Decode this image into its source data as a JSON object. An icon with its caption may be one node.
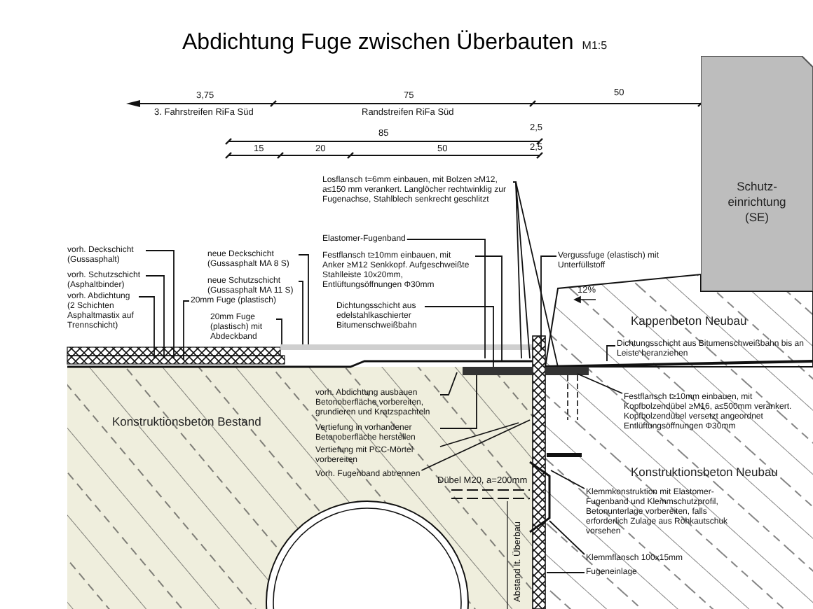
{
  "diagram": {
    "title": "Abdichtung Fuge zwischen Überbauten",
    "nodes": [
      {
        "text": [
          "vorh. Deckschicht (Gussasphalt)"
        ]
      },
      {
        "text": [
          "vorh. Schutzschicht (Asphaltbinder)"
        ]
      },
      {
        "text": [
          "vorh. Abdichtung (2 Schichten Asphaltmastix auf Trennschicht)"
        ]
      },
      {
        "text": [
          "neue Deckschicht (Gussasphalt MA 8 S)"
        ]
      },
      {
        "text": [
          "neue Schutzschicht (Gussasphalt MA 11 S)"
        ]
      },
      {
        "text": [
          "20mm Fuge (plastisch)"
        ]
      },
      {
        "text": [
          "20mm Fuge (plastisch) mit Abdeckband"
        ]
      },
      {
        "text": [
          "Losflansch t=6mm einbauen, mit Bolzen ≥M12, a≤150 mm verankert. Langlöcher rechtwinklig zur Fugenachse, Stahlblech senkrecht geschlitzt"
        ]
      },
      {
        "text": [
          "Elastomer-Fugenband"
        ]
      },
      {
        "text": [
          "Festflansch t≥10mm einbauen, mit Anker ≥M12 Senkkopf. Aufgeschweißte Stahlleiste 10x20mm, Entlüftungsöffnungen Φ30mm"
        ]
      },
      {
        "text": [
          "Dichtungsschicht aus edelstahlkaschierter Bitumenschweißbahn"
        ]
      },
      {
        "text": [
          "Vergussfuge (elastisch) mit Unterfüllstoff"
        ]
      },
      {
        "text": [
          "Dichtungsschicht aus Bitumenschweißbahn bis an Leiste heranziehen"
        ]
      },
      {
        "text": [
          "vorh. Abdichtung ausbauen Betonoberfläche vorbereiten, grundieren und Kratzspachteln"
        ]
      },
      {
        "text": [
          "Vertiefung in vorhandener Betonoberfläche herstellen"
        ]
      },
      {
        "text": [
          "Vertiefung mit PCC-Mörtel vorbereiten"
        ]
      },
      {
        "text": [
          "Vorh. Fugenband abtrennen"
        ]
      },
      {
        "text": [
          "Festflansch t≥10mm einbauen, mit Kopfbolzendübel ≥M16, a≤500mm verankert. Kopfbolzendübel versetzt angeordnet Entlüftungsöffnungen Φ30mm"
        ]
      },
      {
        "text": [
          "Klemmkonstruktion mit Elastomer-Fugenband und Klemmschutzprofil, Betonunterlage vorbereiten, falls erforderlich Zulage aus Rohkautschuk vorsehen"
        ]
      },
      {
        "text": [
          "Klemmflansch 100x15mm"
        ]
      },
      {
        "text": [
          "Fugeneinlage"
        ]
      },
      {
        "text": [
          "Konstruktionsbeton Bestand"
        ]
      },
      {
        "text": [
          "Kappenbeton Neubau"
        ]
      },
      {
        "text": [
          "Konstruktionsbeton Neubau"
        ]
      },
      {
        "text": [
          "Schutz- einrichtung (SE)"
        ]
      }
    ],
    "edges": [
      {
        "from": 0,
        "to": null,
        "arrow": "none"
      },
      {
        "from": 1,
        "to": null,
        "arrow": "none"
      },
      {
        "from": 2,
        "to": null,
        "arrow": "none"
      },
      {
        "from": 3,
        "to": null,
        "arrow": "none"
      },
      {
        "from": 4,
        "to": null,
        "arrow": "none"
      },
      {
        "from": 5,
        "to": null,
        "arrow": "none"
      },
      {
        "from": 6,
        "to": null,
        "arrow": "none"
      },
      {
        "from": 7,
        "to": null,
        "arrow": "none"
      },
      {
        "from": 7,
        "to": null,
        "arrow": "none"
      },
      {
        "from": 7,
        "to": null,
        "arrow": "none"
      },
      {
        "from": 8,
        "to": null,
        "arrow": "none"
      },
      {
        "from": 9,
        "to": null,
        "arrow": "none"
      },
      {
        "from": 10,
        "to": null,
        "arrow": "none"
      },
      {
        "from": 11,
        "to": null,
        "arrow": "none"
      },
      {
        "from": 12,
        "to": null,
        "arrow": "none"
      },
      {
        "from": 13,
        "to": null,
        "arrow": "none"
      },
      {
        "from": 14,
        "to": null,
        "arrow": "none"
      },
      {
        "from": 15,
        "to": null,
        "arrow": "none"
      },
      {
        "from": 16,
        "to": null,
        "arrow": "none"
      },
      {
        "from": 17,
        "to": null,
        "arrow": "none"
      },
      {
        "from": 18,
        "to": null,
        "arrow": "none"
      },
      {
        "from": 19,
        "to": null,
        "arrow": "none"
      },
      {
        "from": 20,
        "to": null,
        "arrow": "none"
      }
    ],
    "labels": [
      "M1:5",
      "3,75",
      "75",
      "50",
      "3. Fahrstreifen RiFa Süd",
      "Randstreifen RiFa Süd",
      "85",
      "2,5",
      "15",
      "20",
      "50",
      "2,5",
      "12%",
      "Dübel M20, a=200mm",
      "Abstand lt. Überbau"
    ]
  }
}
